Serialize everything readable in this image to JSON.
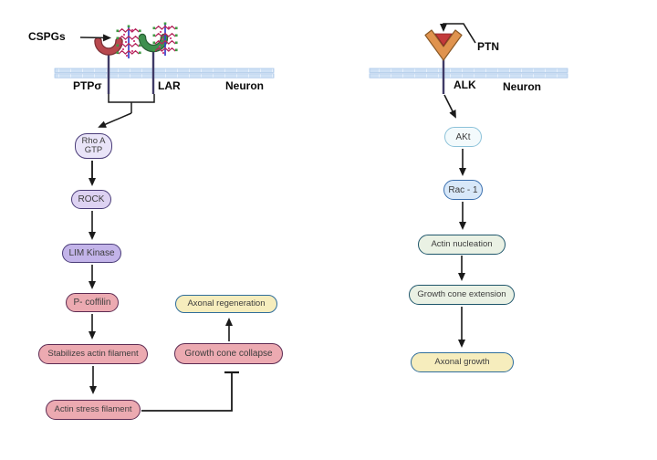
{
  "left_pathway": {
    "ligand_label": "CSPGs",
    "receptor_labels": {
      "ptpsigma": "PTPσ",
      "lar": "LAR"
    },
    "membrane_label": "Neuron",
    "nodes": {
      "rhoa": "Rho A\nGTP",
      "rock": "ROCK",
      "lim_kinase": "LIM Kinase",
      "p_coffilin": "P- coffilin",
      "stabilizes": "Stabilizes actin filament",
      "actin_stress": "Actin stress filament"
    },
    "outcomes": {
      "axonal_regeneration": "Axonal regeneration",
      "growth_cone_collapse": "Growth cone collapse"
    }
  },
  "right_pathway": {
    "ligand_label": "PTN",
    "receptor_label": "ALK",
    "membrane_label": "Neuron",
    "nodes": {
      "akt": "AKt",
      "rac1": "Rac - 1",
      "actin_nucleation": "Actin nucleation",
      "growth_cone_extension": "Growth cone extension",
      "axonal_growth": "Axonal growth"
    }
  },
  "colors": {
    "lavender_light": "#e9e4f8",
    "lavender_mid": "#ddd2f2",
    "lavender_dark": "#c3b4e9",
    "purple_border": "#4a3c78",
    "pink_fill": "#ecaab1",
    "pink_border": "#5d2b52",
    "yellow_fill": "#f6edbd",
    "yellow_border": "#2f6d9b",
    "green_fill": "#eaf1e4",
    "green_border": "#1f566b",
    "blue_fill": "#d8e8f9",
    "blue_border": "#3a6fae",
    "cyan_fill": "#f3fafc",
    "cyan_border": "#8cc2d9",
    "membrane_fill": "#cfe1f5",
    "membrane_edge": "#a9c6e8",
    "arrow": "#1a1a1a",
    "receptor_red": "#b8484e",
    "receptor_red_outline": "#7c2f35",
    "receptor_green": "#3f8f4f",
    "receptor_green_outline": "#2b5e34",
    "receptor_orange": "#e0934e",
    "ligand_red": "#c23a3a",
    "stem_purple": "#3f3a66",
    "glycan_blue": "#3a3fc9",
    "glycan_crimson": "#b5265c",
    "glycan_green": "#3e9b43",
    "glycan_magenta": "#cf3a7a"
  }
}
